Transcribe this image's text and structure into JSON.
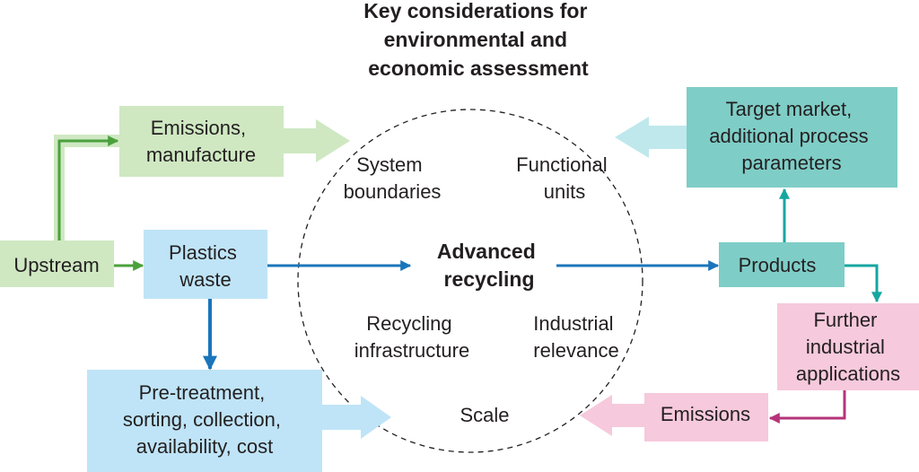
{
  "title": [
    "Key considerations for",
    "environmental and",
    "economic assessment"
  ],
  "colors": {
    "green_box": "#cfe8c2",
    "green_arrow": "#4aa13c",
    "blue_box": "#bfe4f7",
    "blue_arrow": "#1b75bb",
    "teal_box": "#7fcdc7",
    "teal_arrow": "#16a6a0",
    "pink_box": "#f6c9dc",
    "pink_arrow": "#b5337a",
    "text": "#231f20"
  },
  "boxes": {
    "upstream": [
      "Upstream"
    ],
    "emissions_manufacture": [
      "Emissions,",
      "manufacture"
    ],
    "plastics_waste": [
      "Plastics",
      "waste"
    ],
    "pretreatment": [
      "Pre-treatment,",
      "sorting, collection,",
      "availability, cost"
    ],
    "target_market": [
      "Target market,",
      "additional process",
      "parameters"
    ],
    "products": [
      "Products"
    ],
    "further_applications": [
      "Further",
      "industrial",
      "applications"
    ],
    "emissions_right": [
      "Emissions"
    ]
  },
  "circle": {
    "center": [
      "Advanced",
      "recycling"
    ],
    "system_boundaries": [
      "System",
      "boundaries"
    ],
    "functional_units": [
      "Functional",
      "units"
    ],
    "recycling_infrastructure": [
      "Recycling",
      "infrastructure"
    ],
    "industrial_relevance": [
      "Industrial",
      "relevance"
    ],
    "scale": [
      "Scale"
    ]
  }
}
